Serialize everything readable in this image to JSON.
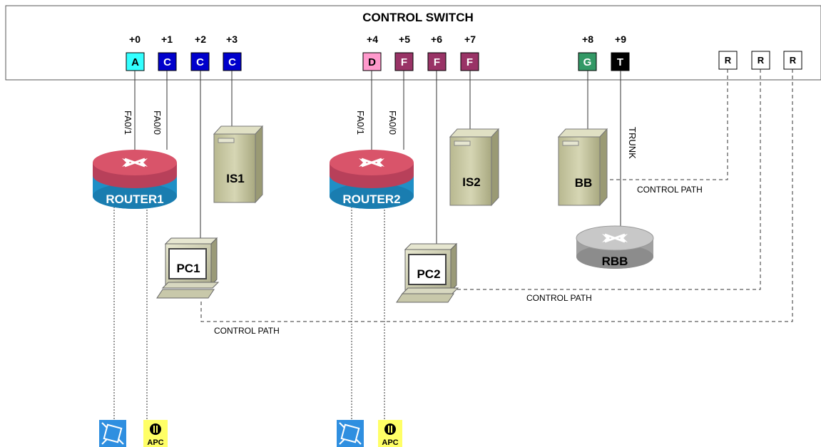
{
  "switch": {
    "title": "CONTROL SWITCH",
    "ports": [
      {
        "offset": "+0",
        "letter": "A",
        "fill": "#33ffff",
        "text": "#000000"
      },
      {
        "offset": "+1",
        "letter": "C",
        "fill": "#0000cc",
        "text": "#ffffff"
      },
      {
        "offset": "+2",
        "letter": "C",
        "fill": "#0000cc",
        "text": "#ffffff"
      },
      {
        "offset": "+3",
        "letter": "C",
        "fill": "#0000cc",
        "text": "#ffffff"
      },
      {
        "offset": "+4",
        "letter": "D",
        "fill": "#ff99cc",
        "text": "#000000"
      },
      {
        "offset": "+5",
        "letter": "F",
        "fill": "#993366",
        "text": "#ffffff"
      },
      {
        "offset": "+6",
        "letter": "F",
        "fill": "#993366",
        "text": "#ffffff"
      },
      {
        "offset": "+7",
        "letter": "F",
        "fill": "#993366",
        "text": "#ffffff"
      },
      {
        "offset": "+8",
        "letter": "G",
        "fill": "#339966",
        "text": "#ffffff"
      },
      {
        "offset": "+9",
        "letter": "T",
        "fill": "#000000",
        "text": "#ffffff"
      }
    ],
    "r_ports": [
      "R",
      "R",
      "R"
    ]
  },
  "interfaces": {
    "fa01": "FA0/1",
    "fa00": "FA0/0",
    "trunk": "TRUNK"
  },
  "devices": {
    "router1": "ROUTER1",
    "router2": "ROUTER2",
    "is1": "IS1",
    "is2": "IS2",
    "bb": "BB",
    "rbb": "RBB",
    "pc1": "PC1",
    "pc2": "PC2"
  },
  "control_path_label": "CONTROL PATH",
  "apc_label": "APC",
  "colors": {
    "router_top": "#d9546a",
    "router_body": "#1f8fc6",
    "server": "#c8c8a0",
    "rbb": "#a0a0a0",
    "console_icon": "#2f8fe0",
    "apc_icon": "#ffff66"
  }
}
